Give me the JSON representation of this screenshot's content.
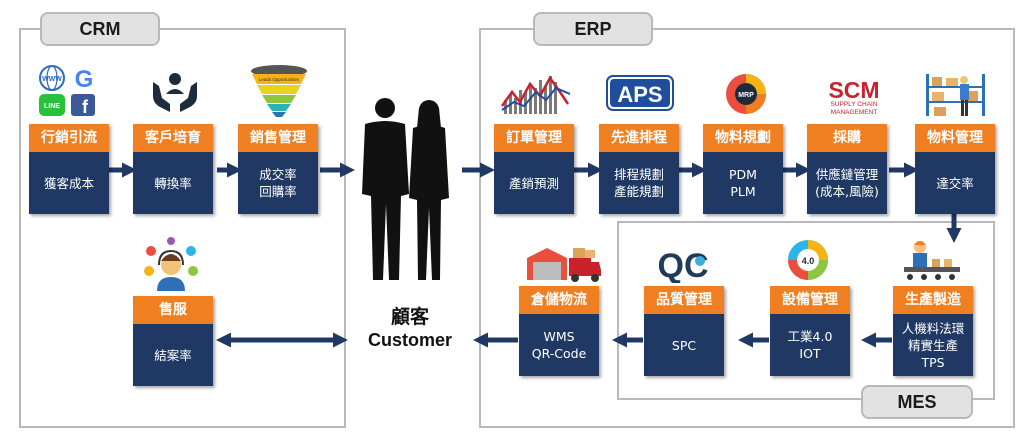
{
  "groups": {
    "crm": "CRM",
    "erp": "ERP",
    "mes": "MES"
  },
  "icons": {
    "www": "WWW",
    "google": "G",
    "line": "LINE",
    "facebook": "f",
    "funnel_text": "Leads Opportunities",
    "aps": "APS",
    "mrp": "MRP",
    "scm": "SCM",
    "scm_sub": "SUPPLY CHAIN\nMANAGEMENT",
    "qc": "QC",
    "iot": "4.0"
  },
  "crm_steps": [
    {
      "title": "行銷引流",
      "body": "獲客成本"
    },
    {
      "title": "客戶培育",
      "body": "轉換率"
    },
    {
      "title": "銷售管理",
      "body": "成交率\n回購率"
    }
  ],
  "service": {
    "title": "售服",
    "body": "結案率"
  },
  "customer": {
    "zh": "顧客",
    "en": "Customer"
  },
  "erp_steps": [
    {
      "title": "訂單管理",
      "body": "產銷預測"
    },
    {
      "title": "先進排程",
      "body": "排程規劃\n產能規劃"
    },
    {
      "title": "物料規劃",
      "body": "PDM\nPLM"
    },
    {
      "title": "採購",
      "body": "供應鏈管理\n(成本,風險)"
    },
    {
      "title": "物料管理",
      "body": "達交率"
    }
  ],
  "bottom_steps": [
    {
      "title": "倉儲物流",
      "body": "WMS\nQR-Code"
    },
    {
      "title": "品質管理",
      "body": "SPC"
    },
    {
      "title": "設備管理",
      "body": "工業4.0\nIOT"
    },
    {
      "title": "生產製造",
      "body": "人機料法環\n精實生產\nTPS"
    }
  ],
  "colors": {
    "orange": "#f07f22",
    "navy": "#203864",
    "gray_border": "#b9b9b9"
  }
}
